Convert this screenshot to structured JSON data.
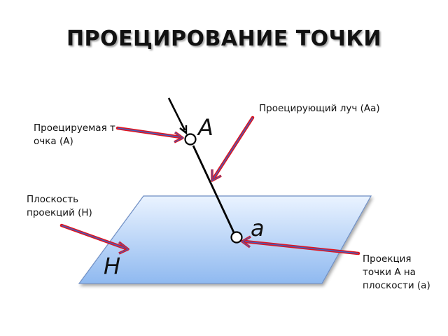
{
  "slide": {
    "title": "ПРОЕЦИРОВАНИЕ ТОЧКИ"
  },
  "labels": {
    "ray": "Проецирующий луч (Аа)",
    "point": "Проецируемая точка (А)",
    "plane": "Плоскость проекций (Н)",
    "projection": "Проекция точки А на плоскости (а)"
  },
  "letters": {
    "point_A": "A",
    "point_a": "a",
    "plane_H": "H"
  },
  "colors": {
    "plane_top": "#eaf3ff",
    "plane_bottom": "#8fb9f0",
    "plane_edge": "#6f8fc4",
    "arrow_outline": "#e0141e",
    "arrow_core": "#4060c0",
    "line": "#000000"
  }
}
